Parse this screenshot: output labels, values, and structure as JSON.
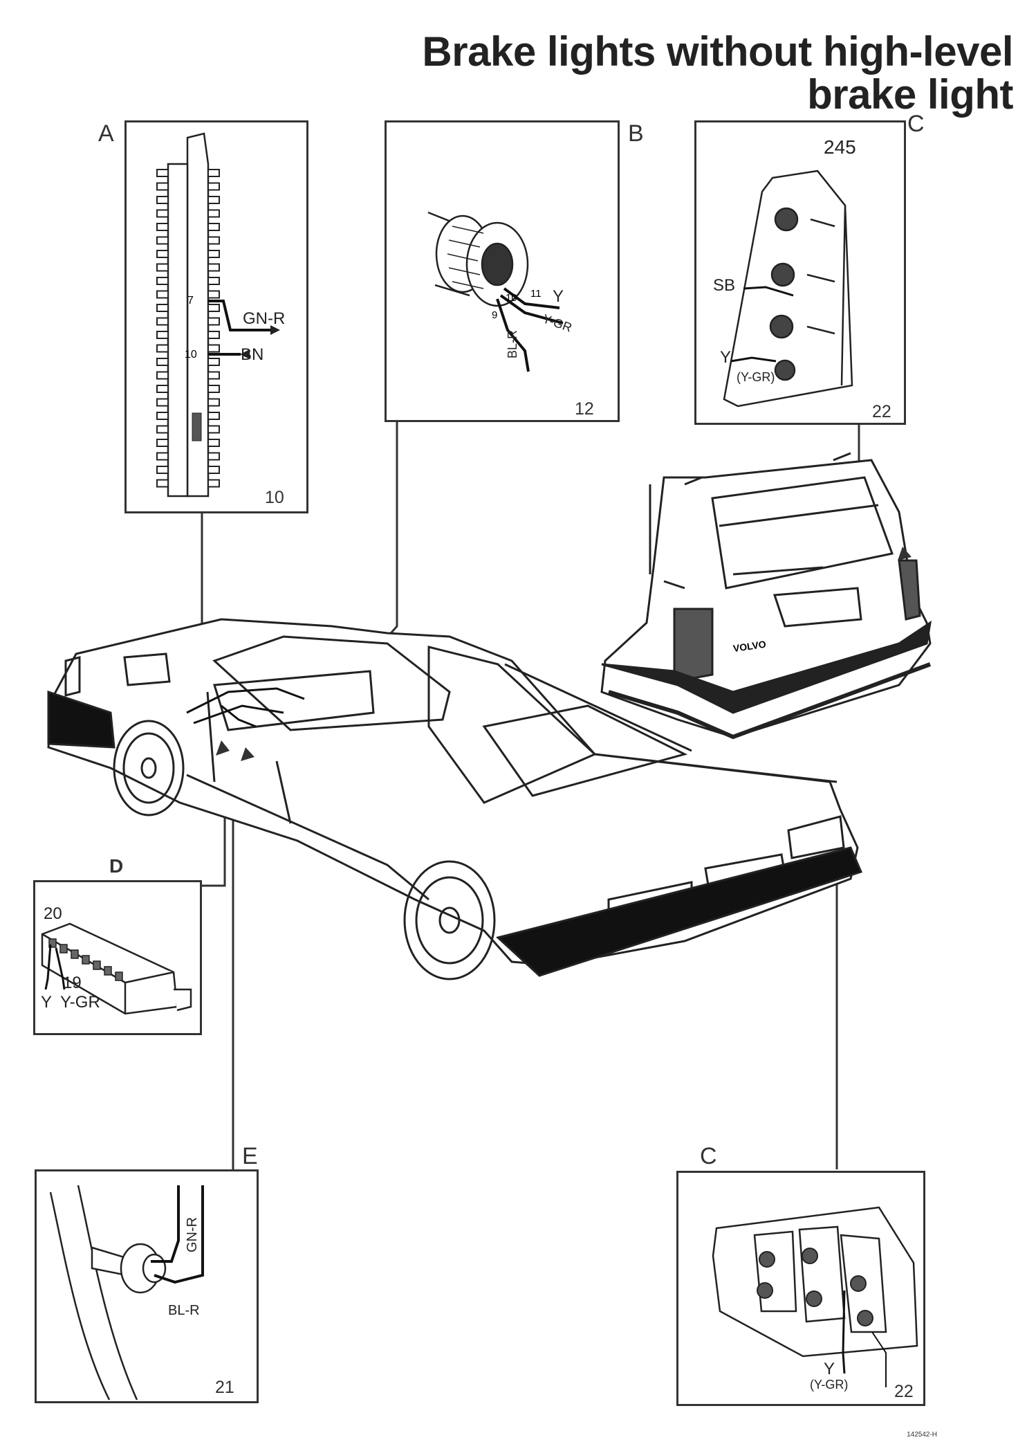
{
  "title": {
    "line1": "Brake lights without high-level",
    "line2": "brake light"
  },
  "panels": {
    "A": {
      "letter": "A",
      "number": "10",
      "pins": [
        "7",
        "10"
      ],
      "wires": [
        "GN-R",
        "BN"
      ]
    },
    "B": {
      "letter": "B",
      "number": "12",
      "pins": [
        "10",
        "11",
        "9"
      ],
      "wires": [
        "Y",
        "Y-GR",
        "BL-R"
      ]
    },
    "C_top": {
      "letter": "C",
      "number": "22",
      "model": "245",
      "wires": [
        "SB",
        "Y",
        "(Y-GR)"
      ]
    },
    "D": {
      "letter": "D",
      "pins": [
        "20",
        "19"
      ],
      "wires": [
        "Y",
        "Y-GR"
      ]
    },
    "E": {
      "letter": "E",
      "number": "21",
      "wires": [
        "GN-R",
        "BL-R"
      ]
    },
    "C_bottom": {
      "letter": "C",
      "number": "22",
      "wires": [
        "Y",
        "(Y-GR)"
      ]
    }
  },
  "rear_badge": "VOLVO",
  "doc_code": "142542-H"
}
